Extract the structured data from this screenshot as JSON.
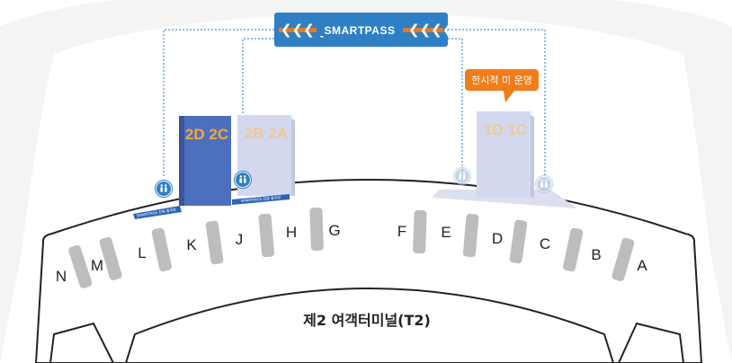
{
  "terminal_label": "제2 여객터미널(T2)",
  "banner": {
    "text": "SMARTPASS",
    "chevrons": "❮❮❮❮",
    "bg": "#2f7fc5",
    "stripe": "#e07b2a"
  },
  "badge": {
    "text": "한시적 미 운영",
    "color": "#f07d1a"
  },
  "zones": [
    {
      "id": "dk",
      "label": "2D 2C",
      "status": "open",
      "color": "#4d6fc0",
      "label_color": "#f3a93a"
    },
    {
      "id": "ba",
      "label": "2B 2A",
      "status": "closed",
      "color": "#d3d8ee",
      "label_color": "#efc992"
    },
    {
      "id": "dc",
      "label": "1D 1C",
      "status": "closed",
      "color": "#d3d8ee",
      "label_color": "#efc992"
    }
  ],
  "strips": [
    {
      "id": "left",
      "text": "SMARTPASS 전용 출국장"
    },
    {
      "id": "mid",
      "text": "SMARTPASS 전용 출국장"
    }
  ],
  "walker_icon": "person-walking-icon",
  "gates": [
    "N",
    "M",
    "L",
    "K",
    "J",
    "H",
    "G",
    "F",
    "E",
    "D",
    "C",
    "B",
    "A"
  ]
}
